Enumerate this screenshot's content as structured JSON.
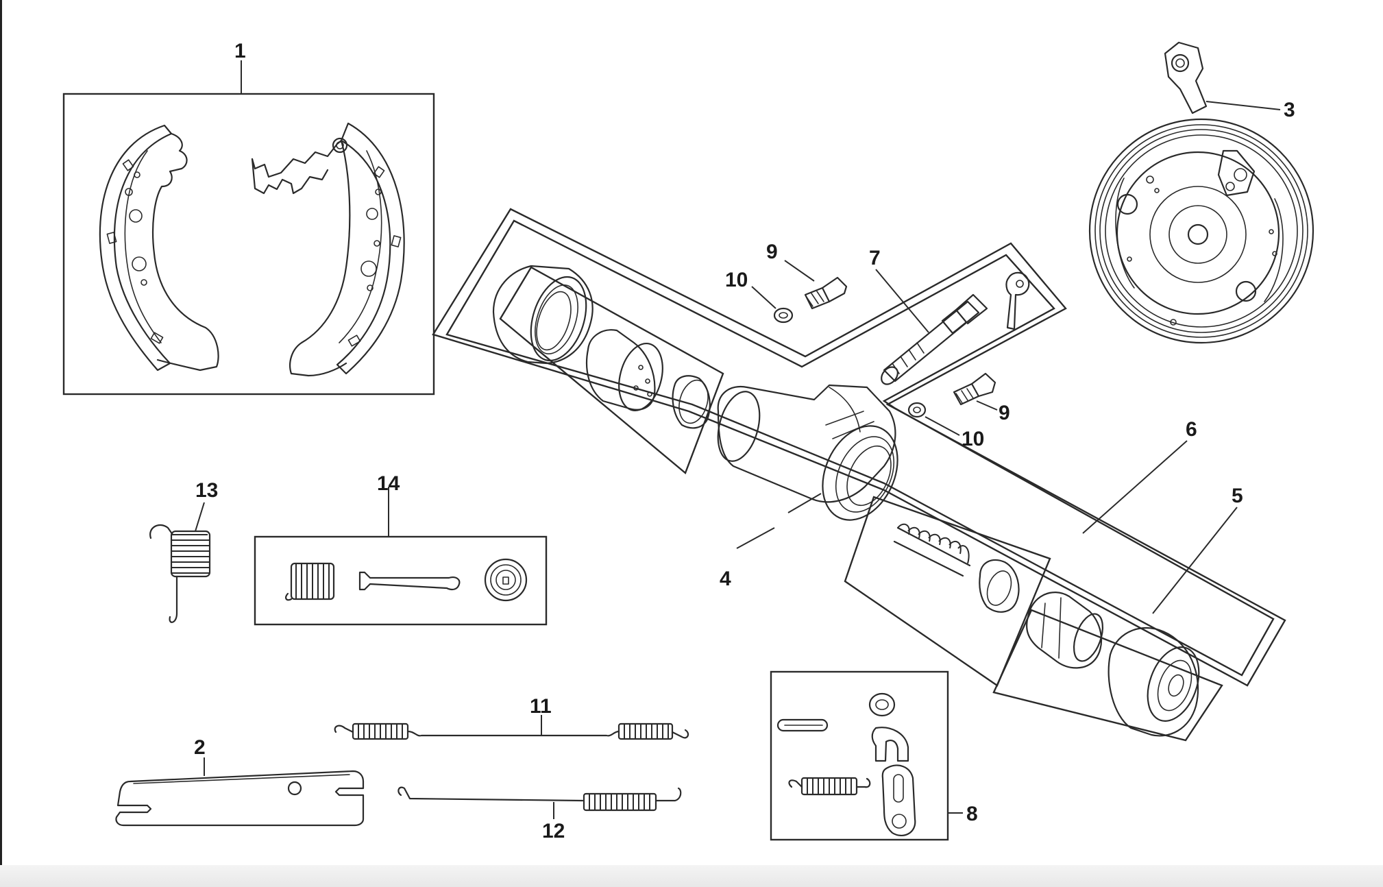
{
  "callouts": {
    "c1": "1",
    "c2": "2",
    "c3": "3",
    "c4": "4",
    "c5": "5",
    "c6": "6",
    "c7": "7",
    "c8": "8",
    "c9a": "9",
    "c9b": "9",
    "c10a": "10",
    "c10b": "10",
    "c11": "11",
    "c12": "12",
    "c13": "13",
    "c14": "14"
  },
  "colors": {
    "line": "#2a2a2a",
    "background": "#ffffff"
  }
}
